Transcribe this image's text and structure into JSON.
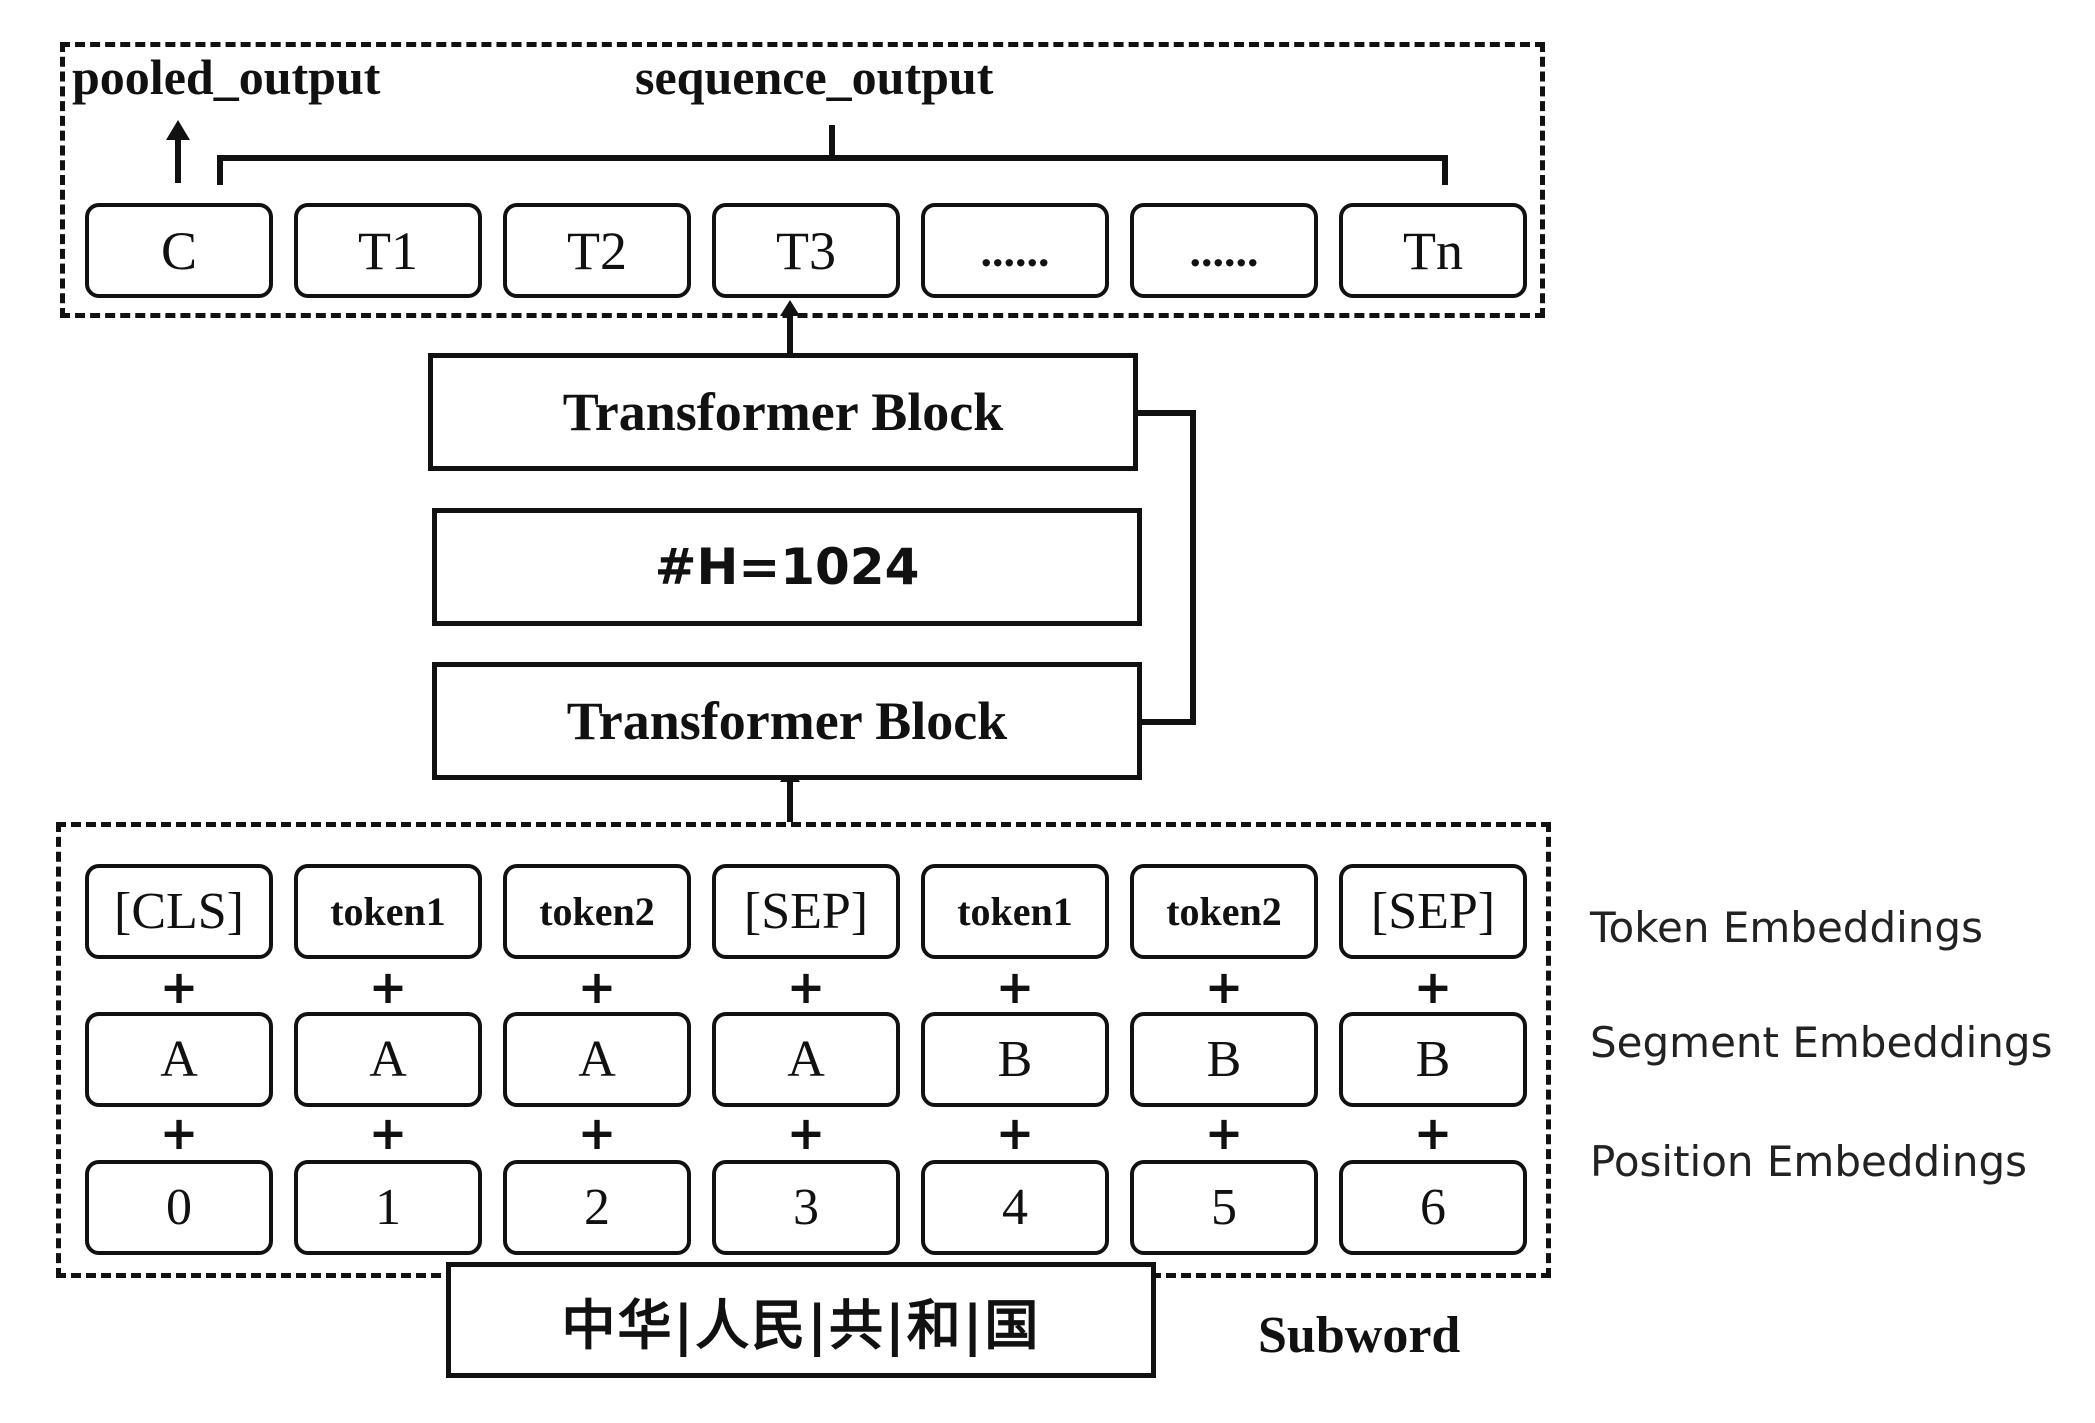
{
  "top": {
    "pooled_output_label": "pooled_output",
    "sequence_output_label": "sequence_output",
    "outputs": [
      "C",
      "T1",
      "T2",
      "T3",
      "......",
      "......",
      "Tn"
    ]
  },
  "middle": {
    "transformer_block_top": "Transformer Block",
    "hidden_size": "#H=1024",
    "transformer_block_bottom": "Transformer Block"
  },
  "embeddings": {
    "tokens": [
      "[CLS]",
      "token1",
      "token2",
      "[SEP]",
      "token1",
      "token2",
      "[SEP]"
    ],
    "segments": [
      "A",
      "A",
      "A",
      "A",
      "B",
      "B",
      "B"
    ],
    "positions": [
      "0",
      "1",
      "2",
      "3",
      "4",
      "5",
      "6"
    ],
    "plus_sign": "+",
    "token_label": "Token Embeddings",
    "segment_label": "Segment Embeddings",
    "position_label": "Position Embeddings"
  },
  "input": {
    "text": "中华|人民|共|和|国",
    "subword_label": "Subword"
  }
}
